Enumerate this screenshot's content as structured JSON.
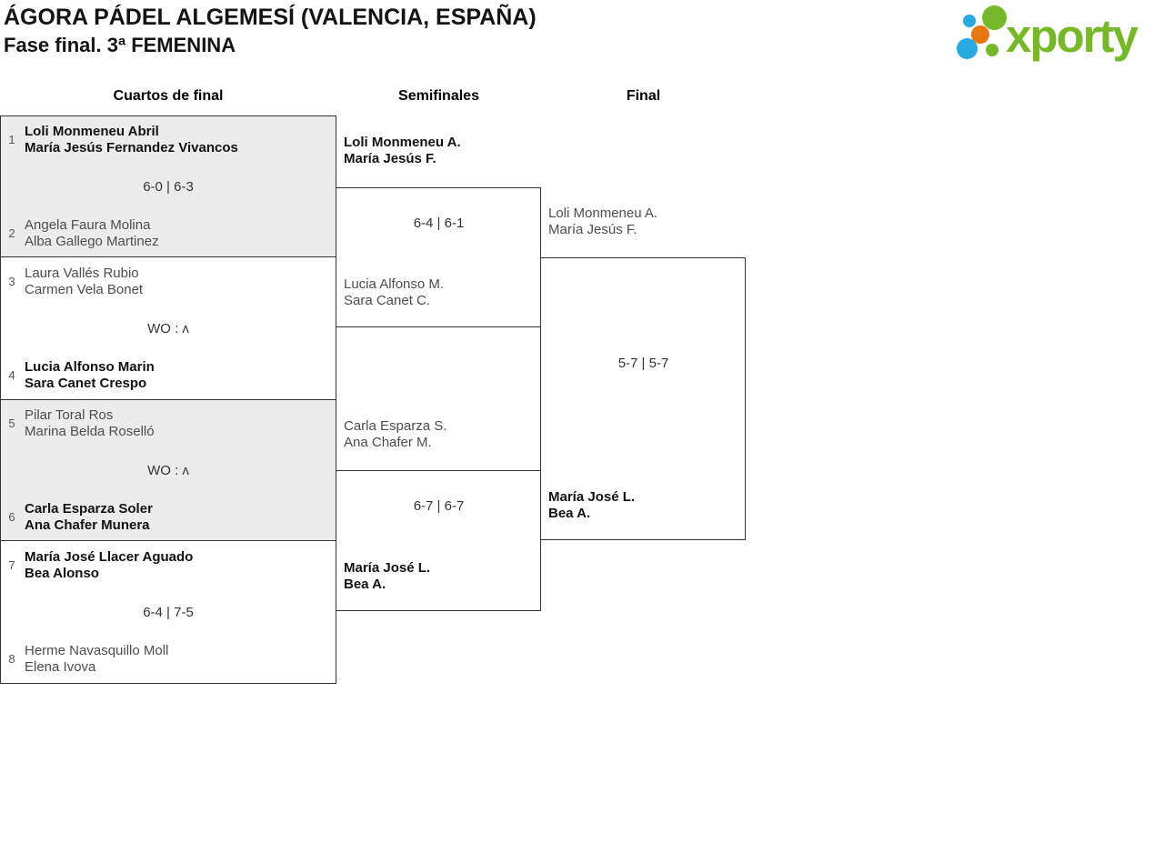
{
  "header": {
    "title": "ÁGORA PÁDEL ALGEMESÍ (VALENCIA, ESPAÑA)",
    "subtitle": "Fase final. 3ª FEMENINA",
    "logo_text": "xporty"
  },
  "columns": {
    "quarterfinals": "Cuartos de final",
    "semifinals": "Semifinales",
    "final": "Final"
  },
  "bracket": {
    "quarterfinals": [
      {
        "seed_top": "1",
        "top": [
          "Loli Monmeneu Abril",
          "María Jesús Fernandez Vivancos"
        ],
        "top_winner": true,
        "score": "6-0 | 6-3",
        "seed_bottom": "2",
        "bottom": [
          "Angela Faura Molina",
          "Alba Gallego Martinez"
        ],
        "bottom_winner": false
      },
      {
        "seed_top": "3",
        "top": [
          "Laura Vallés Rubio",
          "Carmen Vela Bonet"
        ],
        "top_winner": false,
        "score": "WO : ʌ",
        "seed_bottom": "4",
        "bottom": [
          "Lucia Alfonso Marin",
          "Sara Canet Crespo"
        ],
        "bottom_winner": true
      },
      {
        "seed_top": "5",
        "top": [
          "Pilar Toral Ros",
          "Marina Belda Roselló"
        ],
        "top_winner": false,
        "score": "WO : ʌ",
        "seed_bottom": "6",
        "bottom": [
          "Carla Esparza Soler",
          "Ana Chafer Munera"
        ],
        "bottom_winner": true
      },
      {
        "seed_top": "7",
        "top": [
          "María José Llacer Aguado",
          "Bea Alonso"
        ],
        "top_winner": true,
        "score": "6-4 | 7-5",
        "seed_bottom": "8",
        "bottom": [
          "Herme Navasquillo Moll",
          "Elena Ivova"
        ],
        "bottom_winner": false
      }
    ],
    "semifinals": [
      {
        "top": [
          "Loli Monmeneu A.",
          "María Jesús F."
        ],
        "top_winner": true,
        "score": "6-4 | 6-1",
        "bottom": [
          "Lucia Alfonso M.",
          "Sara Canet C."
        ],
        "bottom_winner": false
      },
      {
        "top": [
          "Carla Esparza S.",
          "Ana Chafer M."
        ],
        "top_winner": false,
        "score": "6-7 | 6-7",
        "bottom": [
          "María José L.",
          "Bea A."
        ],
        "bottom_winner": true
      }
    ],
    "final": {
      "top": [
        "Loli Monmeneu A.",
        "María Jesús F."
      ],
      "top_winner": false,
      "score": "5-7 | 5-7",
      "bottom": [
        "María José L.",
        "Bea A."
      ],
      "bottom_winner": true
    }
  },
  "colors": {
    "brand_green": "#76b829",
    "brand_blue": "#2aa9e0",
    "brand_orange": "#e87611",
    "box_gray": "#ececec",
    "border": "#333333",
    "winner_text": "#121212",
    "loser_text": "#4d4d4d"
  }
}
